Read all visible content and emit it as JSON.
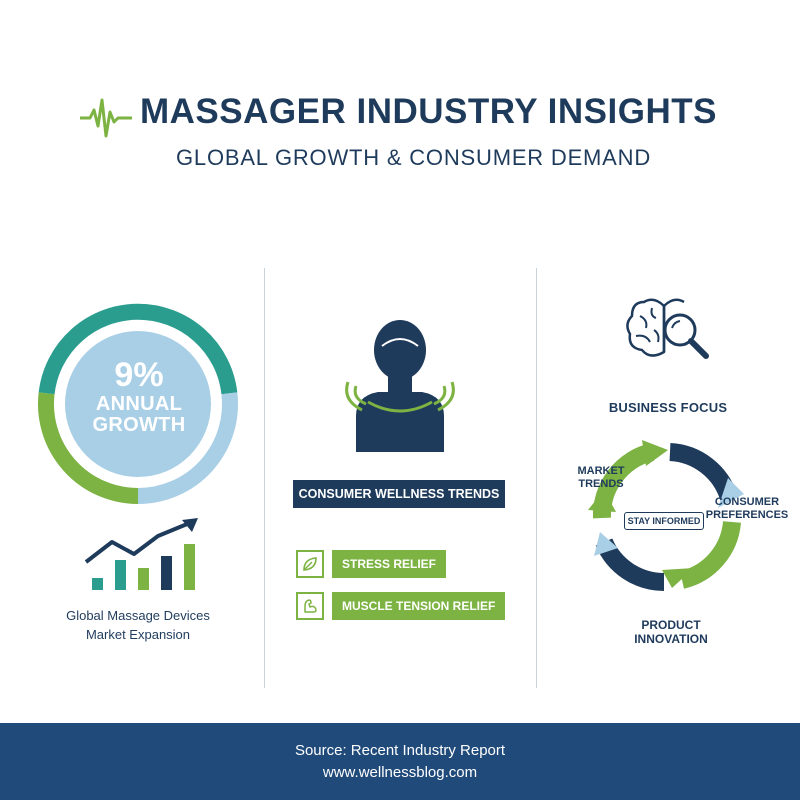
{
  "header": {
    "title": "MASSAGER INDUSTRY INSIGHTS",
    "subtitle": "GLOBAL GROWTH & CONSUMER DEMAND",
    "logo_icon": "heartbeat-icon"
  },
  "growth": {
    "value": "9%",
    "label_line1": "ANNUAL",
    "label_line2": "GROWTH",
    "caption_line1": "Global Massage Devices",
    "caption_line2": "Market Expansion",
    "chart_icon": "bar-chart-trend-icon"
  },
  "wellness": {
    "banner": "CONSUMER WELLNESS TRENDS",
    "person_icon": "person-relief-icon",
    "trends": [
      {
        "label": "STRESS RELIEF",
        "icon": "leaf-icon"
      },
      {
        "label": "MUSCLE TENSION RELIEF",
        "icon": "flexed-arm-icon"
      }
    ]
  },
  "business": {
    "title": "BUSINESS FOCUS",
    "icon": "brain-magnifier-icon",
    "center_label": "STAY INFORMED",
    "cycle": {
      "market_trends_line1": "MARKET",
      "market_trends_line2": "TRENDS",
      "consumer_preferences_line1": "CONSUMER",
      "consumer_preferences_line2": "PREFERENCES",
      "product_innovation_line1": "PRODUCT",
      "product_innovation_line2": "INNOVATION"
    }
  },
  "footer": {
    "source": "Source: Recent Industry Report",
    "url": "www.wellnessblog.com"
  },
  "colors": {
    "navy": "#1f3b5c",
    "footer_blue": "#1f4a7a",
    "green": "#7cb342",
    "teal": "#2a9d8f",
    "light_blue": "#a9cfe6"
  }
}
